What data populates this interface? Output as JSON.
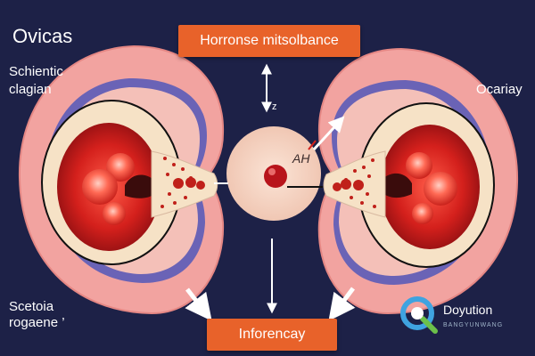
{
  "title": "Ovicas",
  "left_top_label": [
    "Schientic",
    "clagian"
  ],
  "right_top_label": "Ocariay",
  "left_bottom_label": [
    "Scetoia",
    "rogaene ’"
  ],
  "top_box": "Horronse mitsolbance",
  "bottom_box": "Inforencay",
  "center_small_label": "z",
  "center_label": "AH",
  "watermark": {
    "text": "Doyution",
    "sub": "BANGYUNWANG"
  },
  "colors": {
    "background": "#1d2147",
    "box": "#e8622a",
    "outer_tissue": "#f2a3a0",
    "inner_red": "#d4201c",
    "center_circle": "#f5d3c2"
  }
}
